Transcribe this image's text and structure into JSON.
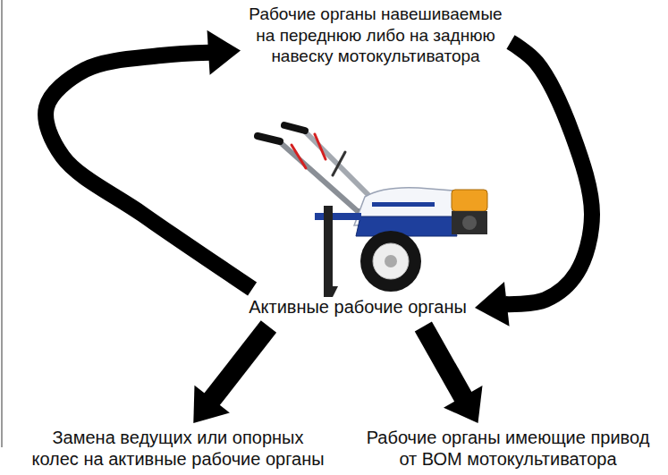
{
  "diagram": {
    "nodes": [
      {
        "text": [
          "Рабочие органы навешиваемые на переднюю либо на заднюю навеску мотокультиватора"
        ]
      },
      {
        "text": [
          "Активные рабочие органы"
        ]
      },
      {
        "text": [
          "Замена ведущих или опорных колес на активные рабочие органы"
        ]
      },
      {
        "text": [
          "Рабочие органы имеющие привод от ВОМ мотокультиватора"
        ]
      }
    ],
    "edges": [
      {
        "from": 1,
        "to": 0,
        "arrow": "to"
      },
      {
        "from": 0,
        "to": 1,
        "arrow": "to"
      },
      {
        "from": 1,
        "to": 2,
        "arrow": "to"
      },
      {
        "from": 1,
        "to": 3,
        "arrow": "to"
      }
    ]
  }
}
